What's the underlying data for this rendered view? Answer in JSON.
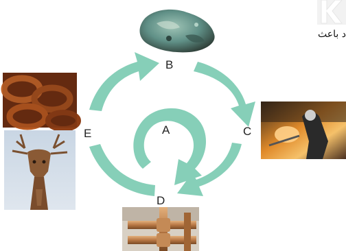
{
  "stage_labels": {
    "a": "A",
    "b": "B",
    "c": "C",
    "d": "D",
    "e": "E"
  },
  "side_text": "د باعث",
  "images": {
    "b": "ore-rock-photo",
    "c": "foundry-worker-photo",
    "d": "copper-pipes-photo",
    "e_top": "rusted-chain-photo",
    "e_bottom": "copper-deer-statue-photo"
  },
  "colors": {
    "arrow": "#86cfb8",
    "ore": "#5f8f86",
    "furnace": "#e08a2a",
    "copper": "#b87845",
    "rust": "#9a4a1f",
    "sky": "#b9c7d8"
  }
}
